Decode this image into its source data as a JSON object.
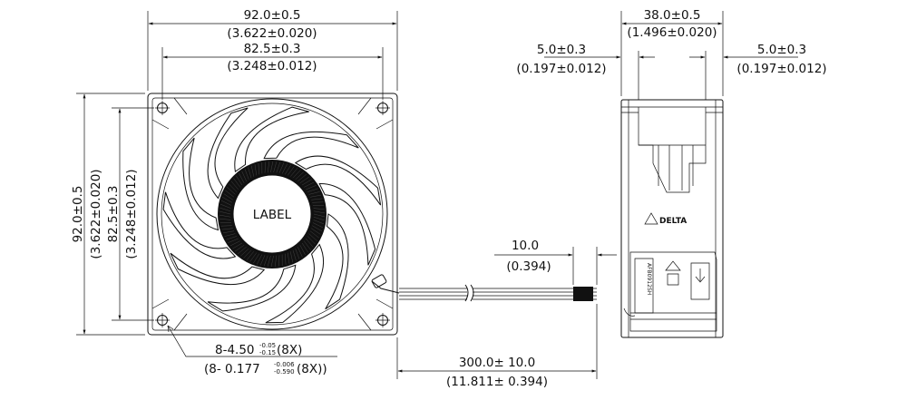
{
  "front_view": {
    "label": "LABEL",
    "width_total": "92.0±0.5",
    "width_total_in": "(3.622±0.020)",
    "width_holes": "82.5±0.3",
    "width_holes_in": "(3.248±0.012)",
    "height_total": "92.0±0.5",
    "height_total_in": "(3.622±0.020)",
    "height_holes": "82.5±0.3",
    "height_holes_in": "(3.248±0.012)",
    "hole_spec_prefix": "8-4.50",
    "hole_spec_tol_upper": "-0.05",
    "hole_spec_tol_lower": "-0.15",
    "hole_spec_suffix": "(8X)",
    "hole_spec_in_prefix": "(8-  0.177",
    "hole_spec_in_tol_upper": "-0.006",
    "hole_spec_in_tol_lower": "-0.590",
    "hole_spec_in_suffix": "(8X))"
  },
  "wire": {
    "strip_length": "10.0",
    "strip_length_in": "(0.394)",
    "lead_length": "300.0± 10.0",
    "lead_length_in": "(11.811±  0.394)"
  },
  "side_view": {
    "depth": "38.0±0.5",
    "depth_in": "(1.496±0.020)",
    "flange_left": "5.0±0.3",
    "flange_left_in": "(0.197±0.012)",
    "flange_right": "5.0±0.3",
    "flange_right_in": "(0.197±0.012)",
    "brand": "DELTA",
    "model_text": "AFB0912SH"
  }
}
